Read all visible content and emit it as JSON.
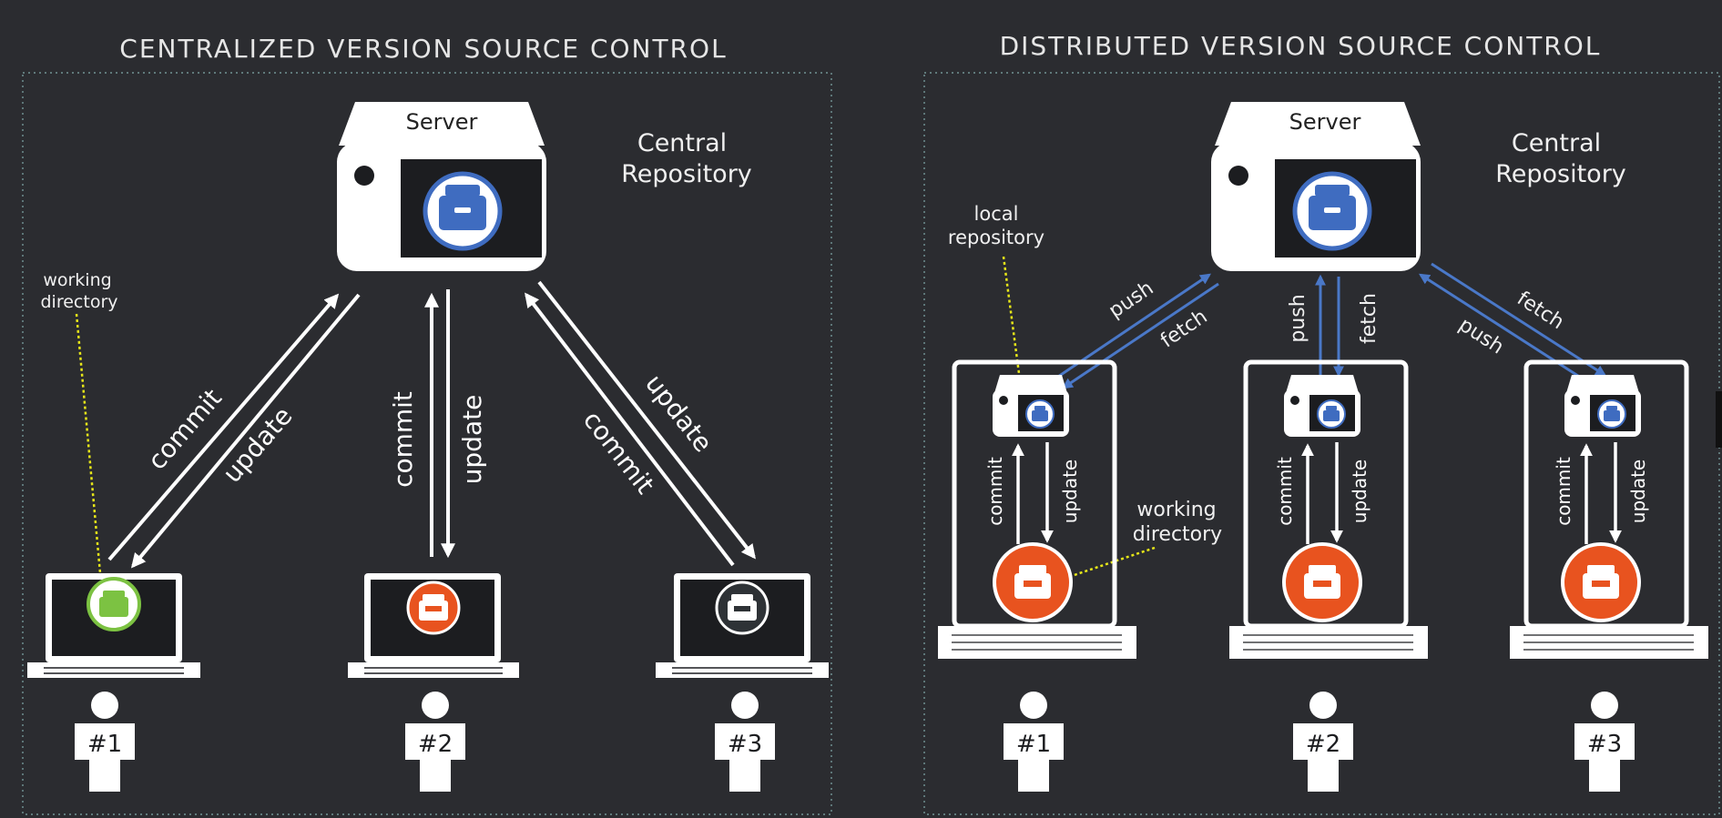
{
  "left_panel": {
    "title": "CENTRALIZED VERSION SOURCE CONTROL",
    "server_label": "Server",
    "repo_label_line1": "Central",
    "repo_label_line2": "Repository",
    "working_dir_line1": "working",
    "working_dir_line2": "directory",
    "commit_label": "commit",
    "update_label": "update",
    "users": [
      "#1",
      "#2",
      "#3"
    ]
  },
  "right_panel": {
    "title": "DISTRIBUTED VERSION SOURCE CONTROL",
    "server_label": "Server",
    "repo_label_line1": "Central",
    "repo_label_line2": "Repository",
    "local_repo_line1": "local",
    "local_repo_line2": "repository",
    "working_dir_line1": "working",
    "working_dir_line2": "directory",
    "push_label": "push",
    "fetch_label": "fetch",
    "commit_label": "commit",
    "update_label": "update",
    "users": [
      "#1",
      "#2",
      "#3"
    ]
  },
  "colors": {
    "background": "#2b2c30",
    "white": "#ffffff",
    "repo_blue": "#3f6cc0",
    "client_orange": "#e8531f",
    "client_green": "#7cc242",
    "client_dark": "#2e3236",
    "arrow_blue": "#4a78c8",
    "pointer_yellow": "#e6e619"
  }
}
